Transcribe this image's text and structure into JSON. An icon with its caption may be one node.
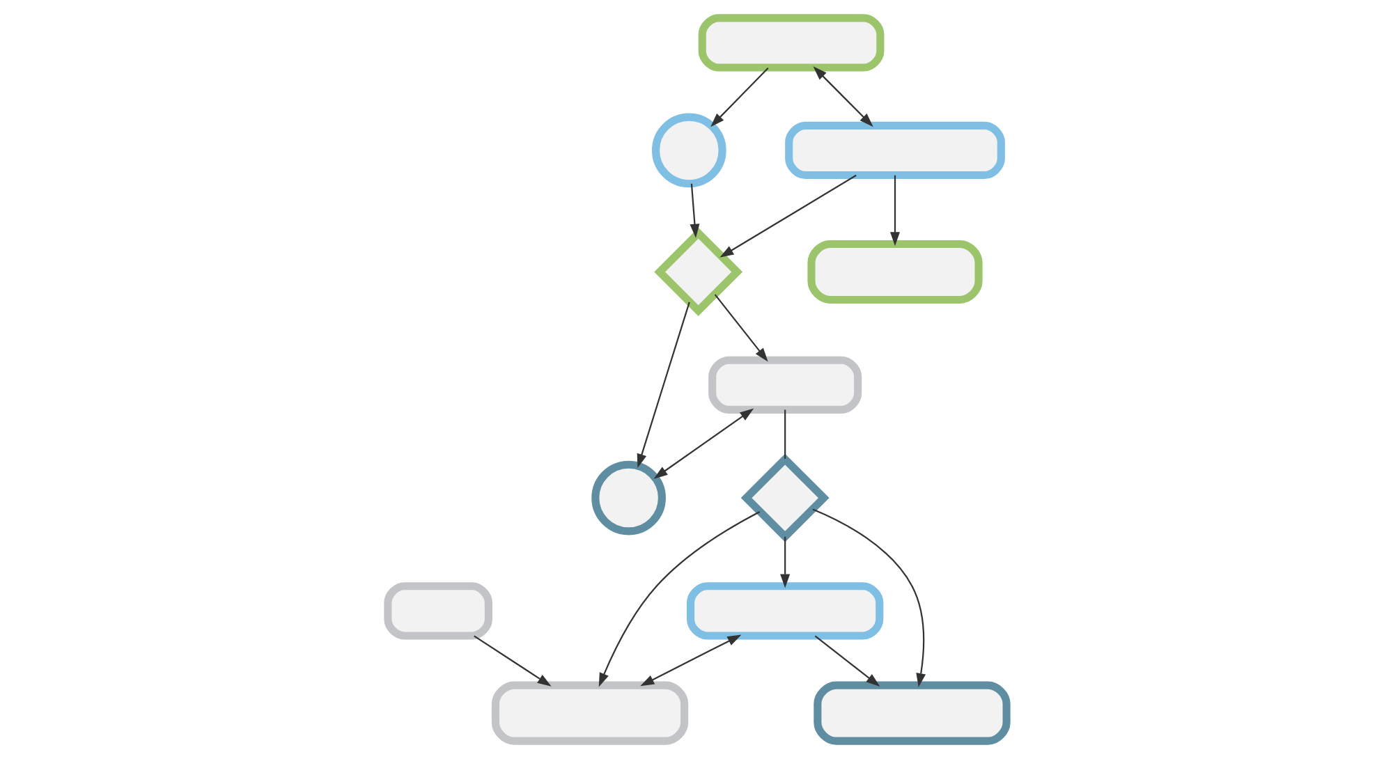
{
  "diagram": {
    "nodes": [
      {
        "text": [],
        "shape": "box"
      },
      {
        "text": [],
        "shape": "box"
      },
      {
        "text": [],
        "shape": "diamond"
      },
      {
        "text": [],
        "shape": "box"
      },
      {
        "text": [],
        "shape": "box"
      },
      {
        "text": [],
        "shape": "circle"
      },
      {
        "text": [],
        "shape": "box"
      },
      {
        "text": [],
        "shape": "circle"
      },
      {
        "text": [],
        "shape": "box"
      },
      {
        "text": [],
        "shape": "diamond"
      },
      {
        "text": [],
        "shape": "box"
      },
      {
        "text": [],
        "shape": "box"
      }
    ],
    "edges": [
      {
        "from": 1,
        "to": 0,
        "arrow": "both"
      },
      {
        "from": 0,
        "to": 2,
        "arrow": "to"
      },
      {
        "from": 0,
        "to": 3,
        "arrow": "to"
      },
      {
        "from": 1,
        "to": 5,
        "arrow": "to"
      },
      {
        "from": 5,
        "to": 2,
        "arrow": "to"
      },
      {
        "from": 2,
        "to": 6,
        "arrow": "to"
      },
      {
        "from": 2,
        "to": 7,
        "arrow": "to"
      },
      {
        "from": 6,
        "to": 7,
        "arrow": "both"
      },
      {
        "from": 4,
        "to": 8,
        "arrow": "to"
      },
      {
        "from": 6,
        "to": 9,
        "arrow": "none"
      },
      {
        "from": 9,
        "to": 8,
        "arrow": "to"
      },
      {
        "from": 9,
        "to": 10,
        "arrow": "to"
      },
      {
        "from": 9,
        "to": 11,
        "arrow": "to"
      },
      {
        "from": 11,
        "to": 8,
        "arrow": "both"
      },
      {
        "from": 11,
        "to": 10,
        "arrow": "to"
      }
    ]
  }
}
